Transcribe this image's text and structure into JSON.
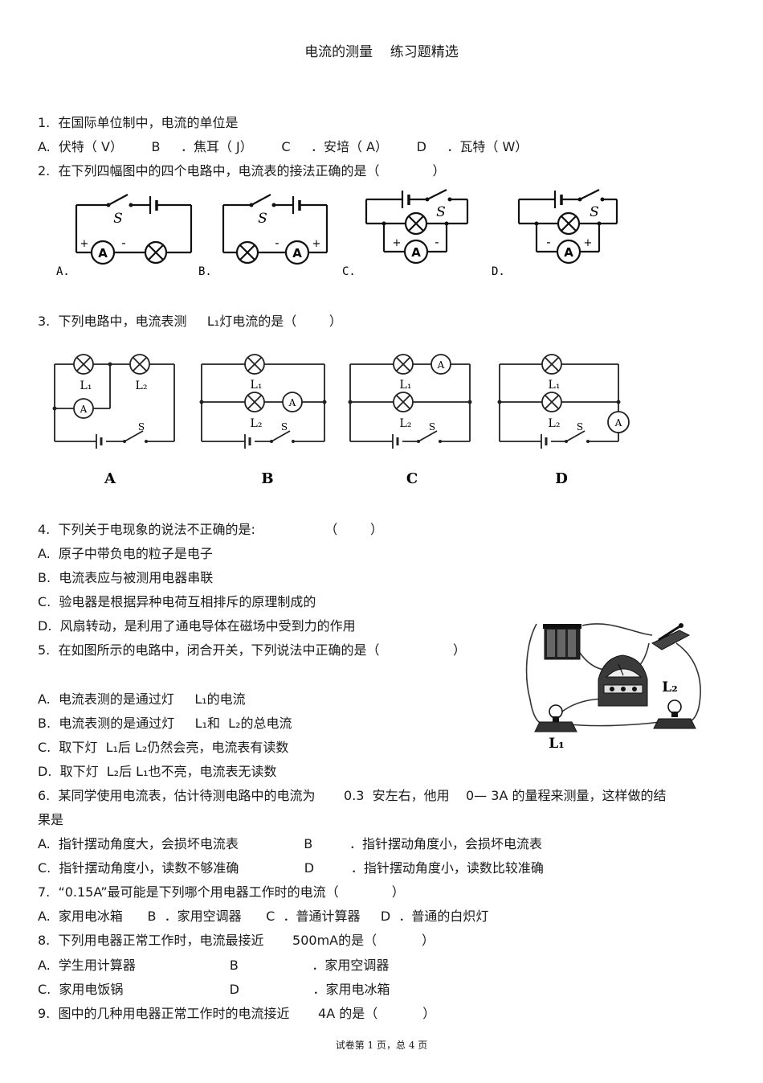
{
  "doc": {
    "title": "电流的测量    练习题精选",
    "footer": "试卷第 1 页，总 4 页"
  },
  "questions": {
    "q1": {
      "stem": "1.  在国际单位制中，电流的单位是",
      "options": "A.  伏特（ V）       B     ．焦耳（ J）       C     ．安培（ A）       D     ．瓦特（ W）"
    },
    "q2": {
      "stem": "2.  在下列四幅图中的四个电路中，电流表的接法正确的是（             ）",
      "labels": [
        "A.",
        "B.",
        "C.",
        "D."
      ]
    },
    "q3": {
      "stem": "3.  下列电路中，电流表测     L₁灯电流的是（        ）",
      "labels": [
        "A",
        "B",
        "C",
        "D"
      ]
    },
    "q4": {
      "stem": "4.  下列关于电现象的说法不正确的是:                 （        ）",
      "options": [
        "A.  原子中带负电的粒子是电子",
        "B.  电流表应与被测用电器串联",
        "C.  验电器是根据异种电荷互相排斥的原理制成的",
        "D.  风扇转动，是利用了通电导体在磁场中受到力的作用"
      ]
    },
    "q5": {
      "stem": "5.  在如图所示的电路中，闭合开关，下列说法中正确的是（                  ）",
      "options": [
        "A.  电流表测的是通过灯     L₁的电流",
        "B.  电流表测的是通过灯     L₁和  L₂的总电流",
        "C.  取下灯  L₁后 L₂仍然会亮，电流表有读数",
        "D.  取下灯  L₂后 L₁也不亮，电流表无读数"
      ]
    },
    "q6": {
      "stem": "6.  某同学使用电流表，估计待测电路中的电流为       0.3  安左右，他用    0— 3A 的量程来测量，这样做的结",
      "stem2": "果是",
      "options": [
        "A.  指针摆动角度大，会损坏电流表                B         ．指针摆动角度小，会损坏电流表",
        "C.  指针摆动角度小，读数不够准确                D         ．指针摆动角度小，读数比较准确"
      ]
    },
    "q7": {
      "stem": "7.  “0.15A”最可能是下列哪个用电器工作时的电流（             ）",
      "options": "A.  家用电冰箱      B  ．家用空调器      C  ．普通计算器     D  ．普通的白炽灯"
    },
    "q8": {
      "stem": "8.  下列用电器正常工作时，电流最接近       500mA的是（           ）",
      "options": [
        "A.  学生用计算器                       B                  ．家用空调器",
        "C.  家用电饭锅                          D                  ．家用电冰箱"
      ]
    },
    "q9": {
      "stem": "9.  图中的几种用电器正常工作时的电流接近       4A 的是（           ）"
    }
  },
  "figure_labels": {
    "switch": "S",
    "ammeter": "A",
    "plus": "+",
    "minus": "-",
    "lamp1": "L₁",
    "lamp2": "L₂",
    "photo_l1": "L₁",
    "photo_l2": "L₂"
  }
}
